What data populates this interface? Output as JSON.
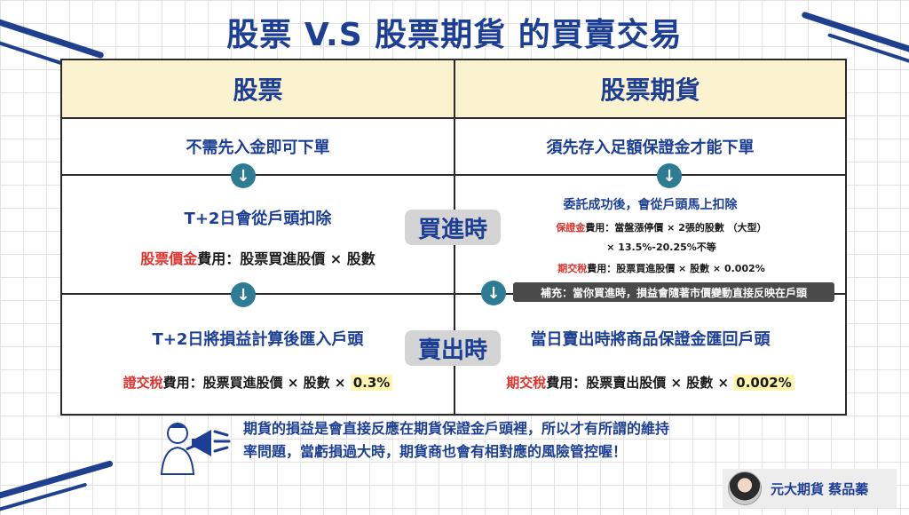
{
  "title": "股票 V.S 股票期貨 的買賣交易",
  "headers": {
    "left": "股票",
    "right": "股票期貨"
  },
  "stock": {
    "row1": "不需先入金即可下單",
    "buy_title": "T+2日會從戶頭扣除",
    "buy_fee_red": "股票價金",
    "buy_fee_rest": "費用：股票買進股價 × 股數",
    "sell_title": "T+2日將損益計算後匯入戶頭",
    "sell_fee_red": "證交稅",
    "sell_fee_rest": "費用：股票買進股價 × 股數 ×",
    "sell_fee_rate": "0.3%"
  },
  "futures": {
    "row1": "須先存入足額保證金才能下單",
    "buy_title": "委託成功後，會從戶頭馬上扣除",
    "margin_red": "保證金",
    "margin_rest": "費用：當盤漲停價 × 2張的股數 （大型）",
    "margin_line2": "× 13.5%-20.25%不等",
    "tax_red": "期交稅",
    "tax_rest": "費用：股票買進股價 × 股數 × 0.002%",
    "note": "補充：當你買進時，損益會隨著市價變動直接反映在戶頭",
    "sell_title": "當日賣出時將商品保證金匯回戶頭",
    "sell_fee_red": "期交稅",
    "sell_fee_rest": "費用：股票賣出股價 × 股數 ×",
    "sell_fee_rate": "0.002%"
  },
  "tags": {
    "buy": "買進時",
    "sell": "賣出時"
  },
  "arrow_symbol": "↓",
  "footer": {
    "line1": "期貨的損益是會直接反應在期貨保證金戶頭裡，所以才有所謂的維持",
    "line2": "率問題，當虧損過大時，期貨商也會有相對應的風險管控喔！"
  },
  "author": "元大期貨 蔡品蓁",
  "colors": {
    "accent": "#1c3f95",
    "red": "#e0312d",
    "header_bg": "#fbf3d0",
    "arrow": "#2d7c93"
  }
}
